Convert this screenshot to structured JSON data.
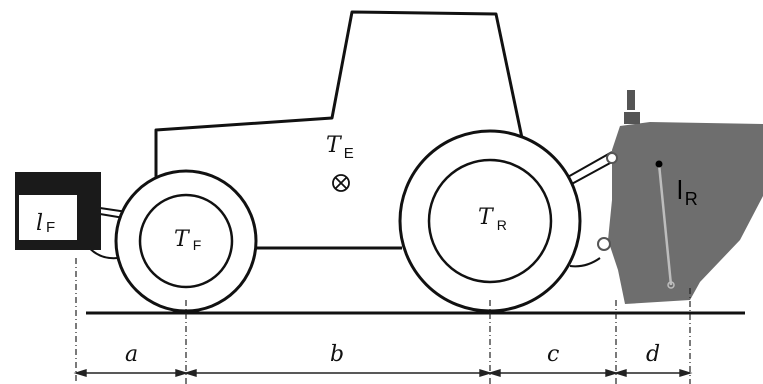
{
  "labels": {
    "front_ballast": "l",
    "front_ballast_sub": "F",
    "front_axle": "T",
    "front_axle_sub": "F",
    "rear_axle": "T",
    "rear_axle_sub": "R",
    "tractor_cg": "T",
    "tractor_cg_sub": "E",
    "rear_implement": "l",
    "rear_implement_sub": "R"
  },
  "dimensions": {
    "a": "a",
    "b": "b",
    "c": "c",
    "d": "d"
  },
  "colors": {
    "line": "#111111",
    "front_ballast_fill": "#1a1a1a",
    "implement_fill": "#6e6e6e",
    "implement_dark": "#555555"
  }
}
